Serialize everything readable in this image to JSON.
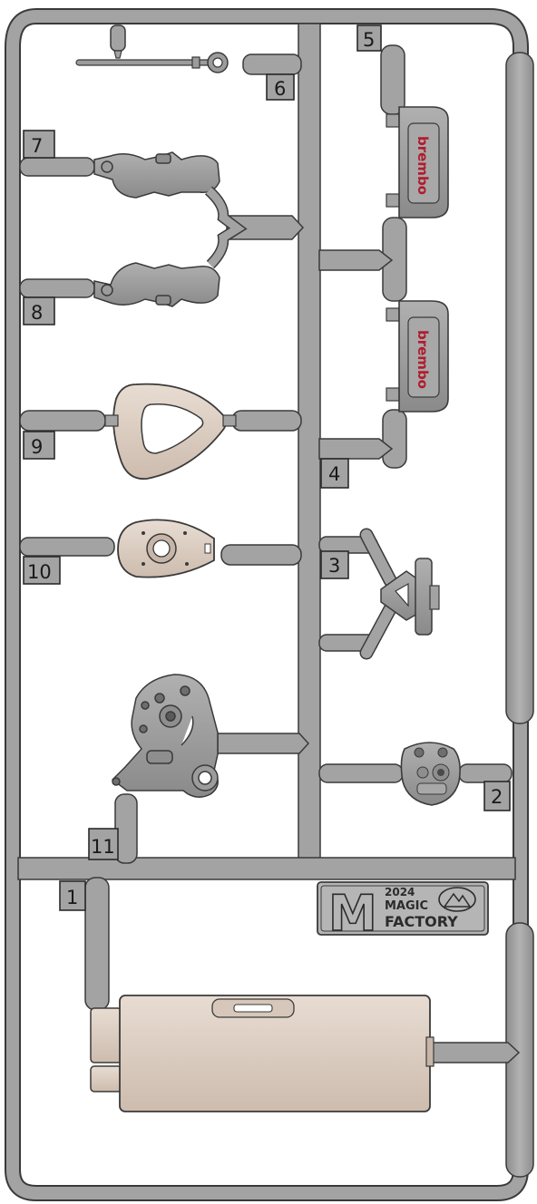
{
  "colors": {
    "sprue": "#a3a3a3",
    "part_grey": "#9c9c9c",
    "part_beige": "#ddcfc4",
    "part_beige_dark": "#c7b5a7",
    "outline": "#3a3a3a",
    "brand_red": "#b01c2e"
  },
  "part_numbers": {
    "n1": "1",
    "n2": "2",
    "n3": "3",
    "n4": "4",
    "n5": "5",
    "n6": "6",
    "n7": "7",
    "n8": "8",
    "n9": "9",
    "n10": "10",
    "n11": "11"
  },
  "caliper_brand": "brembo",
  "logo": {
    "letter": "M",
    "year": "2024",
    "line1": "MAGIC",
    "line2": "FACTORY"
  }
}
